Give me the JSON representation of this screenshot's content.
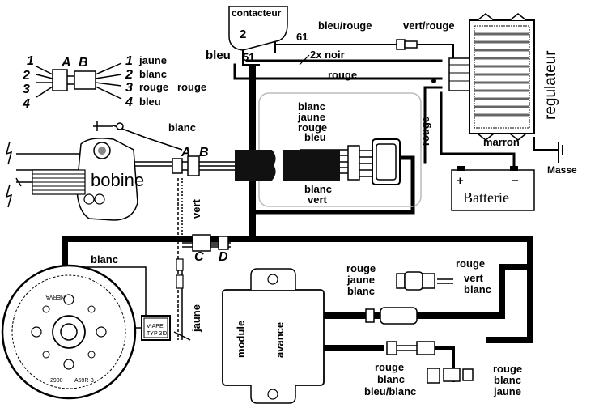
{
  "components": {
    "contacteur": "contacteur",
    "contacteur_terminals": [
      "2",
      "61",
      "51"
    ],
    "regulateur": "regulateur",
    "batterie": "Batterie",
    "battery_plus": "+",
    "battery_minus": "−",
    "masse": "Masse",
    "bobine": "bobine",
    "module": "module",
    "avance": "avance",
    "part_label_1": "V-APE",
    "part_label_2": "TYP 3I0",
    "stator_text_1": "NERVA",
    "stator_text_2": "A59R-3",
    "stator_text_3": "2900"
  },
  "connectors": {
    "A": "A",
    "B": "B",
    "C": "C",
    "D": "D"
  },
  "legend": {
    "left_numbers": [
      "1",
      "2",
      "3",
      "4"
    ],
    "right_numbers": [
      "1",
      "2",
      "3",
      "4"
    ],
    "colors": [
      "jaune",
      "blanc",
      "rouge",
      "bleu"
    ],
    "extra": "rouge"
  },
  "wires": {
    "bleu_rouge": "bleu/rouge",
    "vert_rouge": "vert/rouge",
    "bleu": "bleu",
    "deux_noir": "2x noir",
    "rouge_top": "rouge",
    "rouge_vertical": "rouge",
    "marron": "marron",
    "blanc_top": "blanc",
    "vert": "vert",
    "blanc_left": "blanc",
    "jaune": "jaune",
    "harness_block": [
      "blanc",
      "jaune",
      "rouge",
      "bleu"
    ],
    "blanc_vert": [
      "blanc",
      "vert"
    ],
    "mod_group_1": [
      "rouge",
      "jaune",
      "blanc"
    ],
    "mod_group_2": [
      "rouge",
      "vert",
      "blanc"
    ],
    "mod_group_3": [
      "rouge",
      "blanc",
      "bleu/blanc"
    ],
    "mod_group_4": [
      "rouge",
      "blanc",
      "jaune"
    ]
  }
}
